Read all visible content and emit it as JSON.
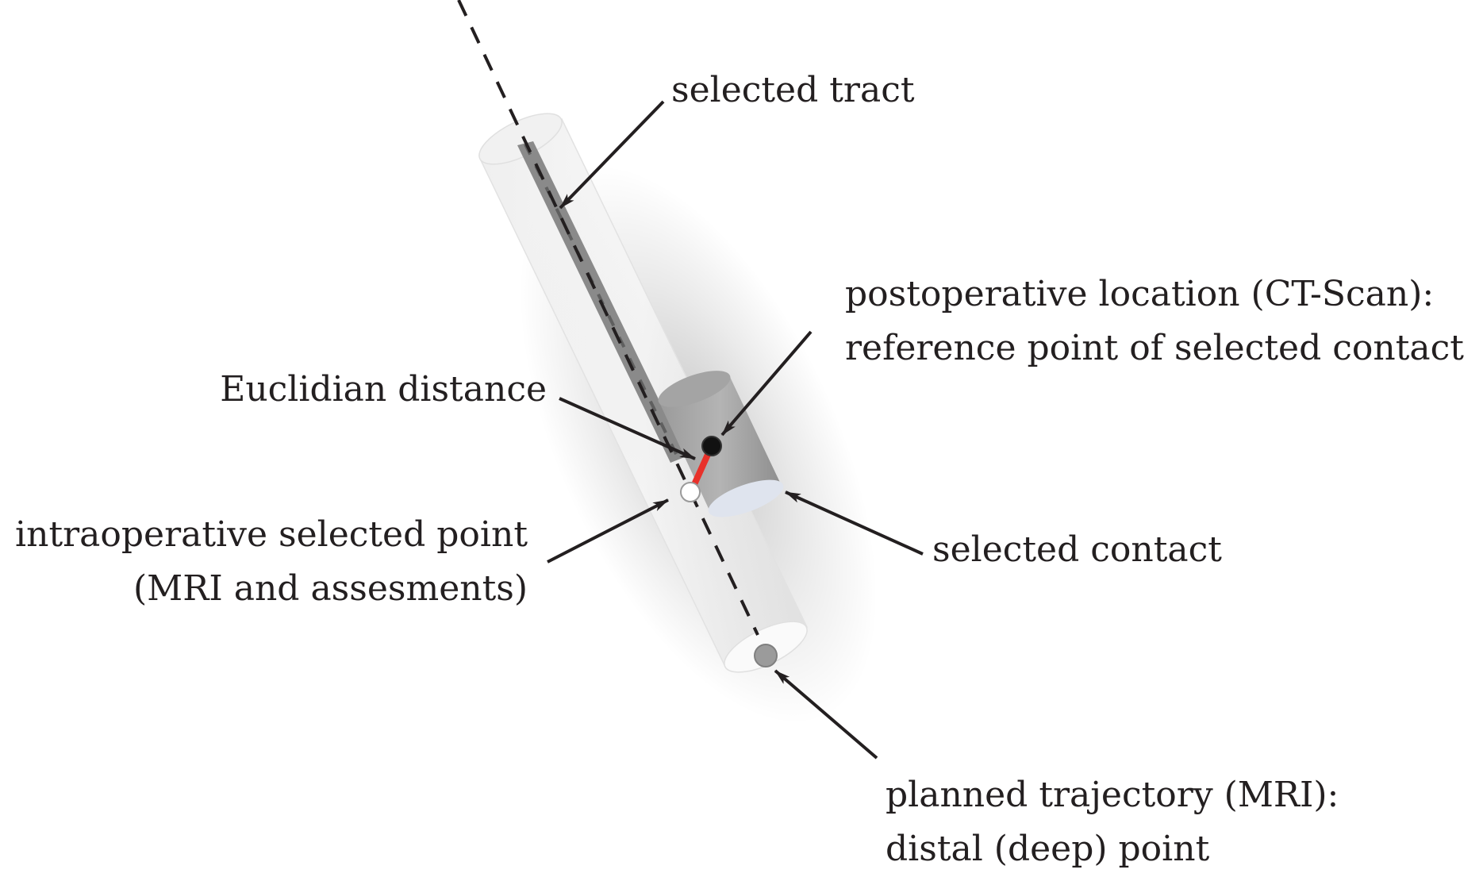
{
  "labels": {
    "selected_tract": "selected tract",
    "postop_line1": "postoperative location (CT-Scan):",
    "postop_line2": "reference point of selected contact",
    "euclidian": "Euclidian distance",
    "intraop_line1": "intraoperative selected point",
    "intraop_line2": "(MRI and assesments)",
    "selected_contact": "selected contact",
    "planned_line1": "planned trajectory (MRI):",
    "planned_line2": "distal (deep) point"
  },
  "colors": {
    "text": "#231f20",
    "distance_line": "#e8312a",
    "tract_tube": "#d9d9d9",
    "contact_cylinder": "#a6a6a6",
    "postop_point": "#111111",
    "intraop_point": "#ffffff",
    "distal_point": "#9b9b9b"
  },
  "icons": [
    "arrow-icon"
  ]
}
